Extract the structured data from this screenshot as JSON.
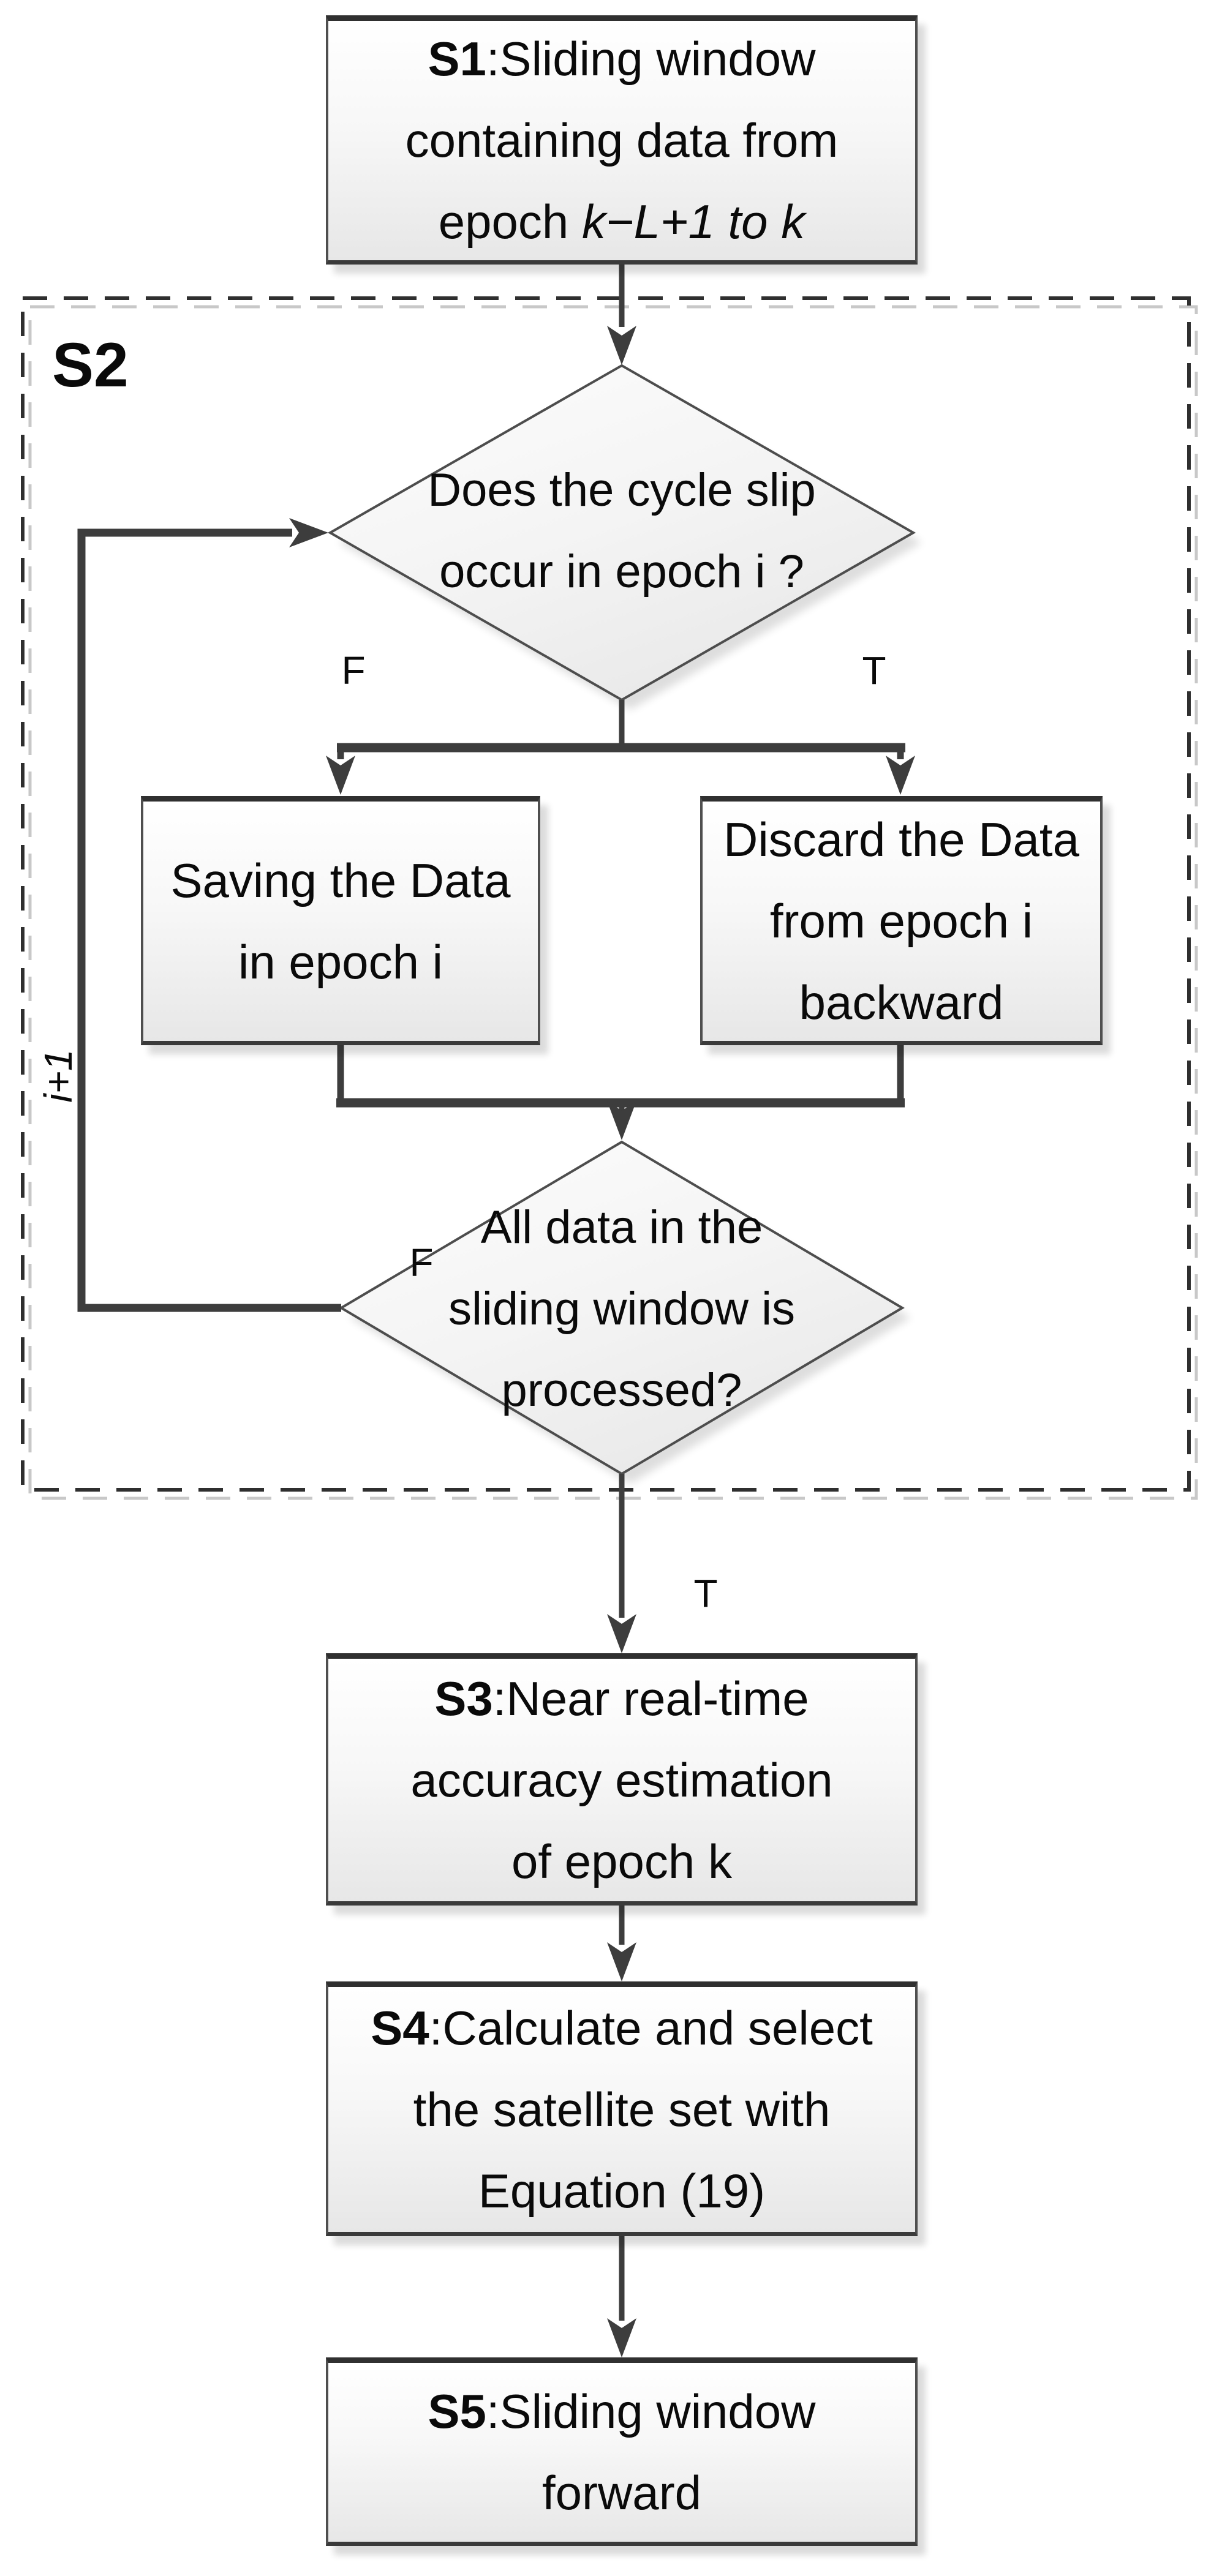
{
  "nodes": {
    "s1": {
      "step": "S1",
      "rest": ":Sliding window",
      "line2": "containing data from",
      "line3_plain": "epoch ",
      "line3_italic": "k−L+1 to k"
    },
    "decision1": {
      "line1": "Does the cycle slip",
      "line2": "occur in epoch i ?"
    },
    "save": {
      "line1": "Saving the Data",
      "line2": "in epoch i"
    },
    "discard": {
      "line1": "Discard the Data",
      "line2": "from epoch i",
      "line3": "backward"
    },
    "decision2": {
      "line1": "All data in the",
      "line2": "sliding window is",
      "line3": "processed?"
    },
    "s3": {
      "step": "S3",
      "rest": ":Near real-time",
      "line2": "accuracy estimation",
      "line3": "of epoch k"
    },
    "s4": {
      "step": "S4",
      "rest": ":Calculate and select",
      "line2": "the satellite set with",
      "line3": "Equation (19)"
    },
    "s5": {
      "step": "S5",
      "rest": ":Sliding window",
      "line2": "forward"
    }
  },
  "labels": {
    "region": "S2",
    "d1_false": "F",
    "d1_true": "T",
    "d2_false": "F",
    "d2_true": "T",
    "loop_increment": "i+1"
  },
  "colors": {
    "connector": "#3d3d3d",
    "box_border": "#4f4f4f",
    "dashed_border": "#2f2f2f",
    "fill_top": "#ffffff",
    "fill_bottom": "#e7e7e7"
  }
}
